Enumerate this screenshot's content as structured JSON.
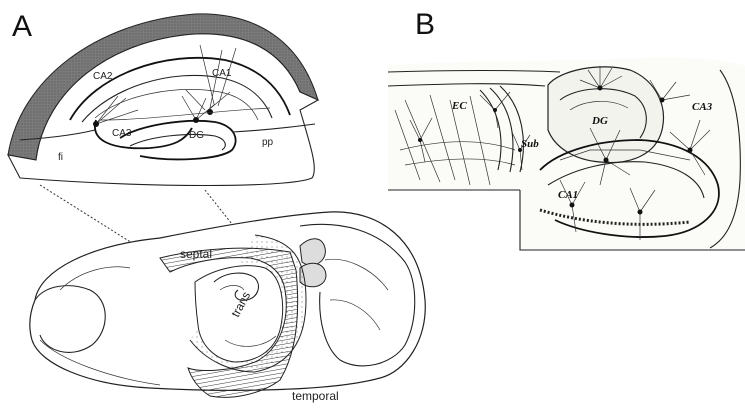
{
  "panels": {
    "a": {
      "letter": "A",
      "labels": {
        "ca1": "CA1",
        "ca2": "CA2",
        "ca3": "CA3",
        "dg": "DG",
        "pp": "pp",
        "fi": "fi",
        "septal": "septal",
        "trans": "trans",
        "temporal": "temporal"
      }
    },
    "b": {
      "letter": "B",
      "labels": {
        "ec": "EC",
        "dg": "DG",
        "ca3": "CA3",
        "sub": "Sub",
        "ca1": "CA1"
      }
    }
  }
}
